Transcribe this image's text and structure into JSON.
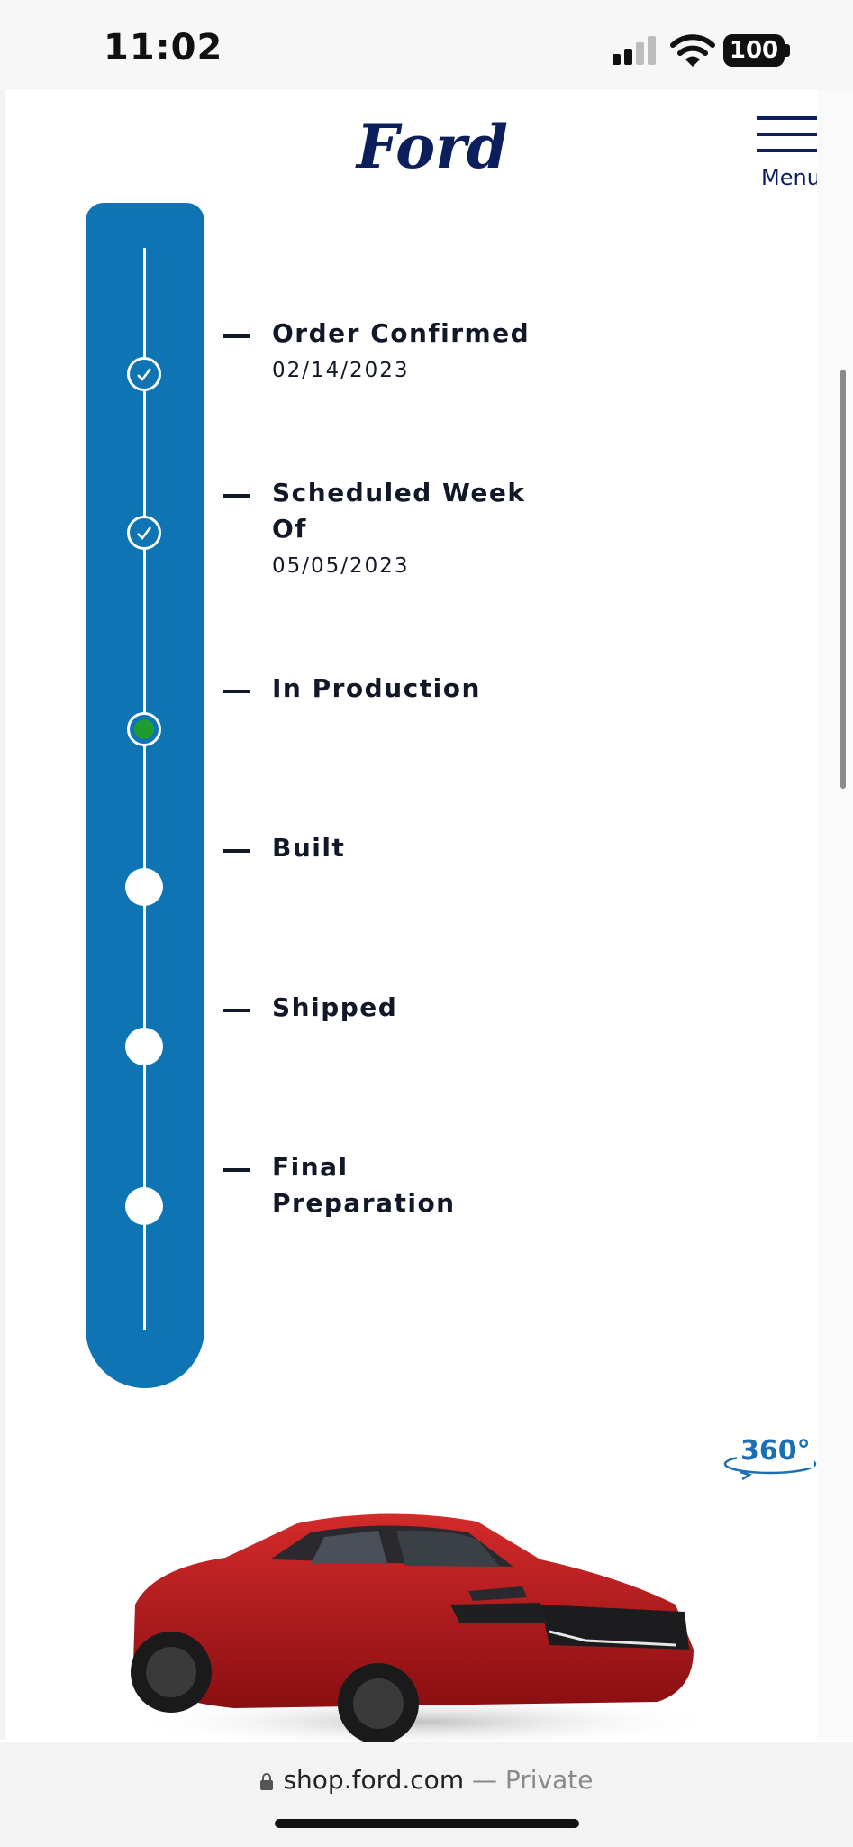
{
  "status_bar": {
    "time": "11:02",
    "battery": "100"
  },
  "header": {
    "brand": "Ford",
    "menu_label": "Menu"
  },
  "timeline": {
    "steps": [
      {
        "title_line1": "Order Confirmed",
        "title_line2": "",
        "date": "02/14/2023",
        "state": "done"
      },
      {
        "title_line1": "Scheduled Week",
        "title_line2": "Of",
        "date": "05/05/2023",
        "state": "done"
      },
      {
        "title_line1": "In Production",
        "title_line2": "",
        "date": "",
        "state": "current"
      },
      {
        "title_line1": "Built",
        "title_line2": "",
        "date": "",
        "state": "pending"
      },
      {
        "title_line1": "Shipped",
        "title_line2": "",
        "date": "",
        "state": "pending"
      },
      {
        "title_line1": "Final",
        "title_line2": "Preparation",
        "date": "",
        "state": "pending"
      }
    ]
  },
  "viewer": {
    "label_360": "360°"
  },
  "browser": {
    "host": "shop.ford.com",
    "privacy": " — Private"
  },
  "colors": {
    "ford_blue": "#0f74b4",
    "brand_navy": "#0b1f5c",
    "current_green": "#1f9b2f",
    "car_red": "#b3151c"
  }
}
